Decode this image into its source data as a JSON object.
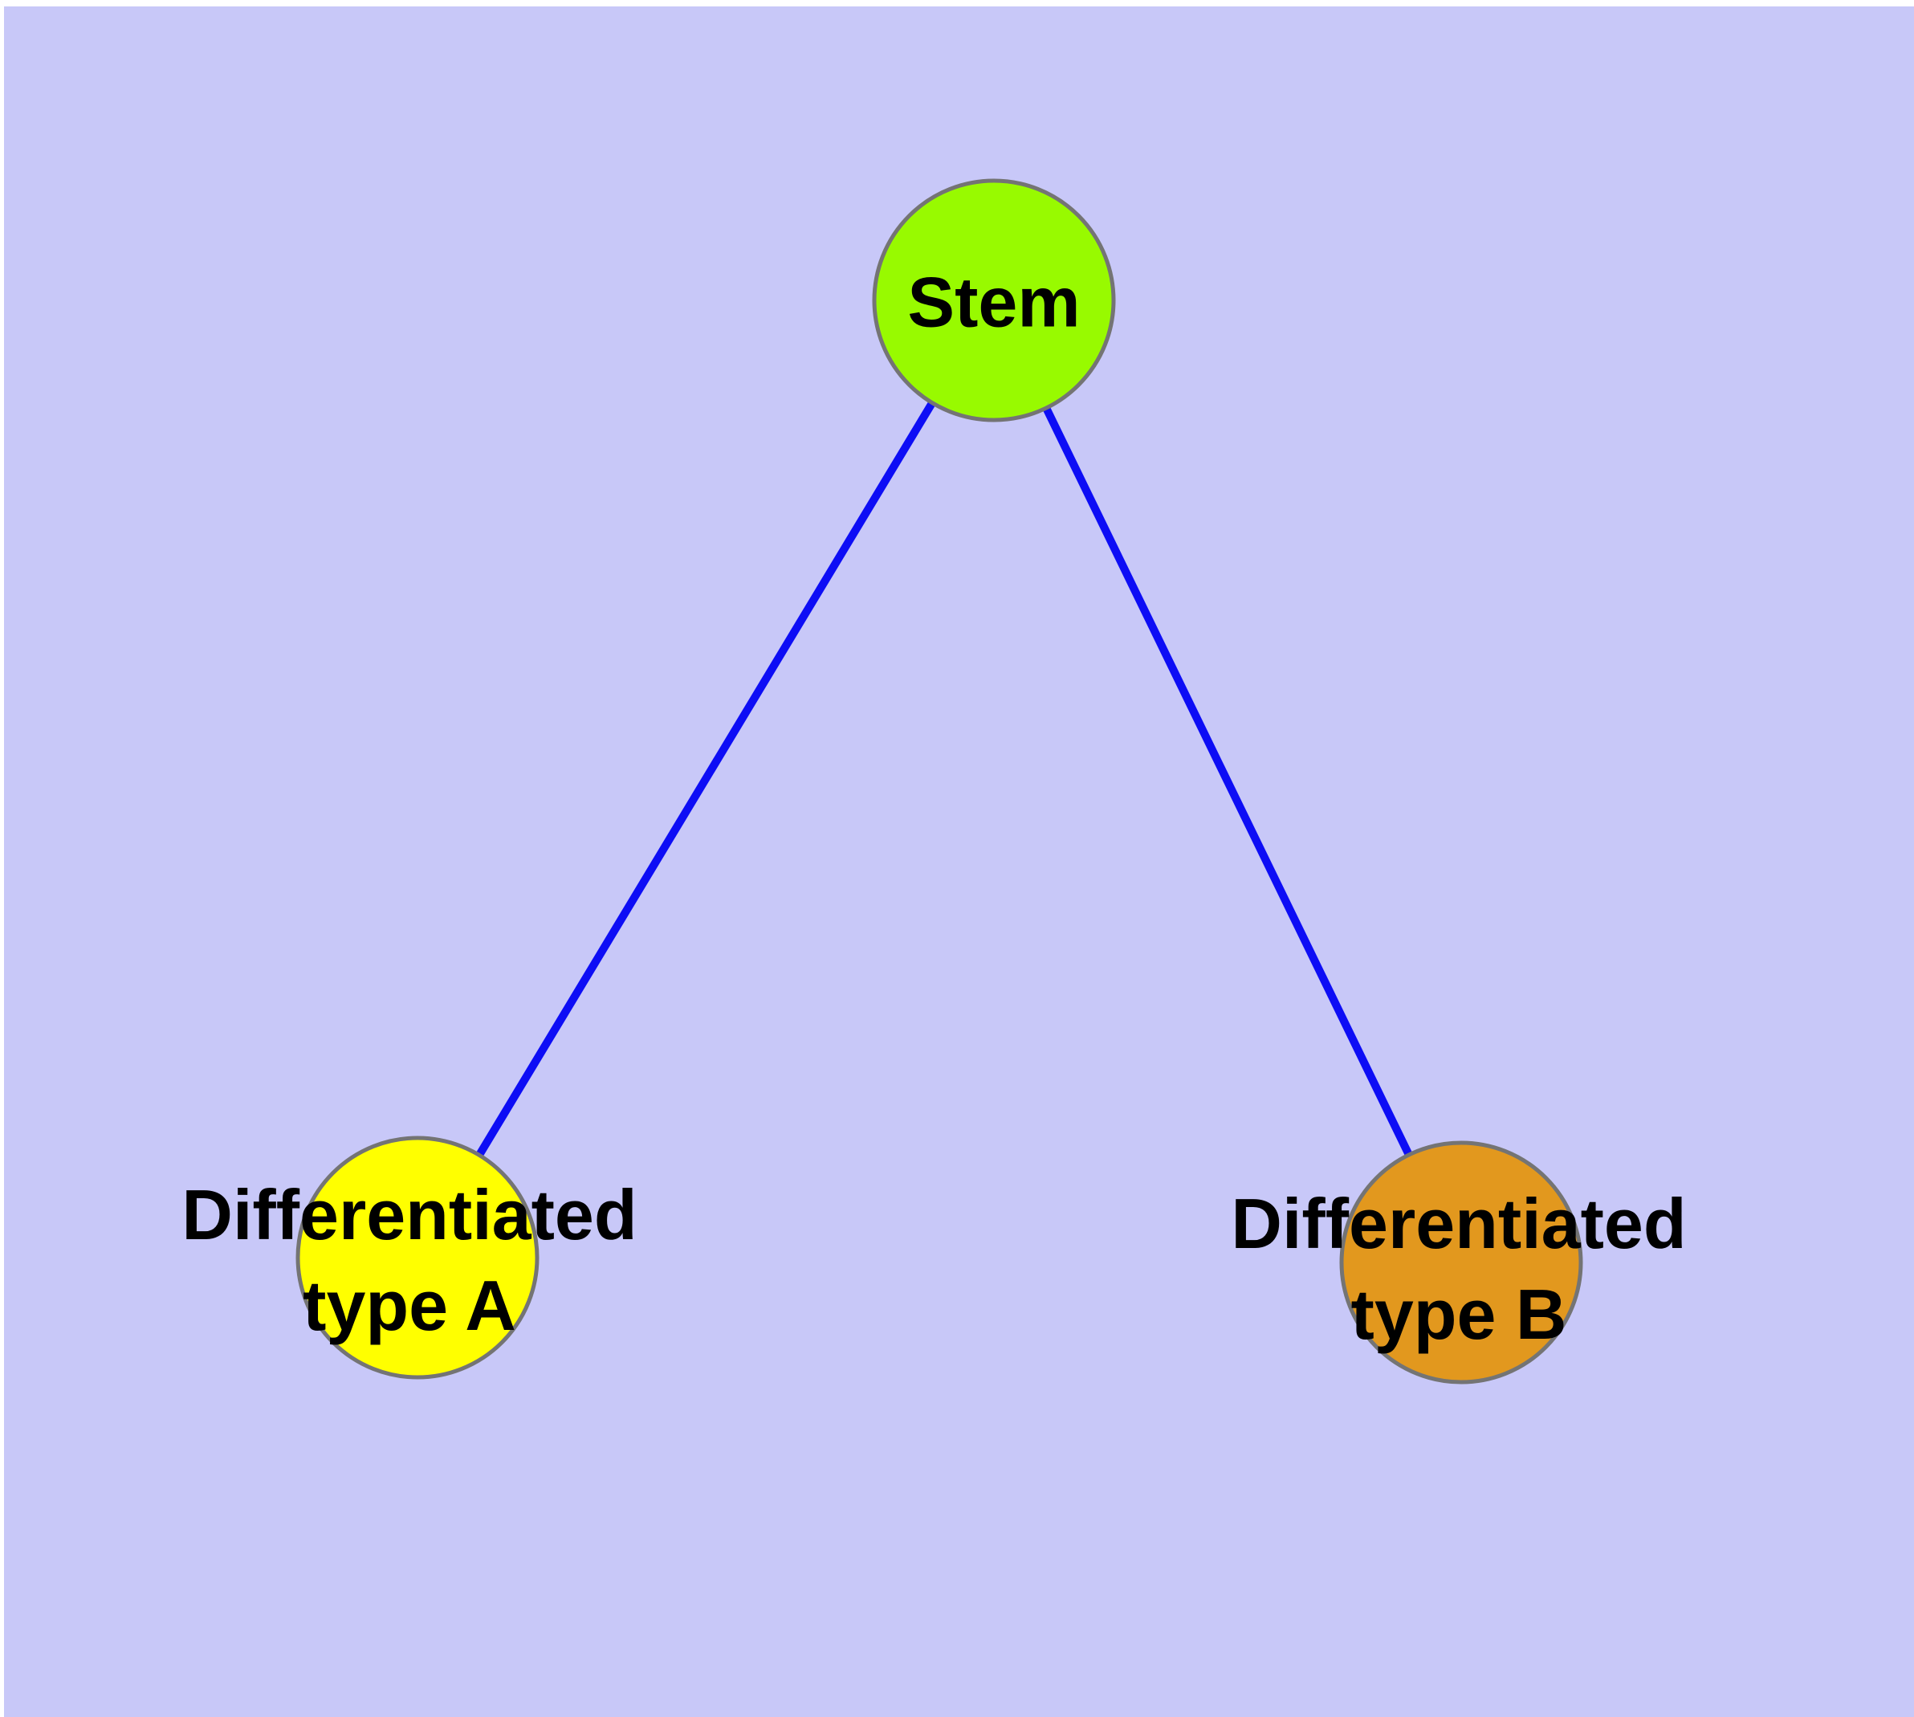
{
  "diagram": {
    "type": "node-link-graph",
    "style": {
      "canvas_background": "#c8c8f8",
      "page_background": "#ffffff",
      "node_border_color": "#747474",
      "label_color": "#000000"
    },
    "nodes": {
      "stem": {
        "label": "Stem",
        "fill": "#98fa00"
      },
      "type_a": {
        "label_line1": "Differentiated",
        "label_line2": "type A",
        "fill": "#ffff00"
      },
      "type_b": {
        "label_line1": "Differentiated",
        "label_line2": "type B",
        "fill": "#e2981e"
      }
    },
    "edges": {
      "color": "#0d0df5",
      "list": [
        {
          "from": "Stem",
          "to": "Differentiated type A"
        },
        {
          "from": "Stem",
          "to": "Differentiated type B"
        }
      ]
    }
  }
}
